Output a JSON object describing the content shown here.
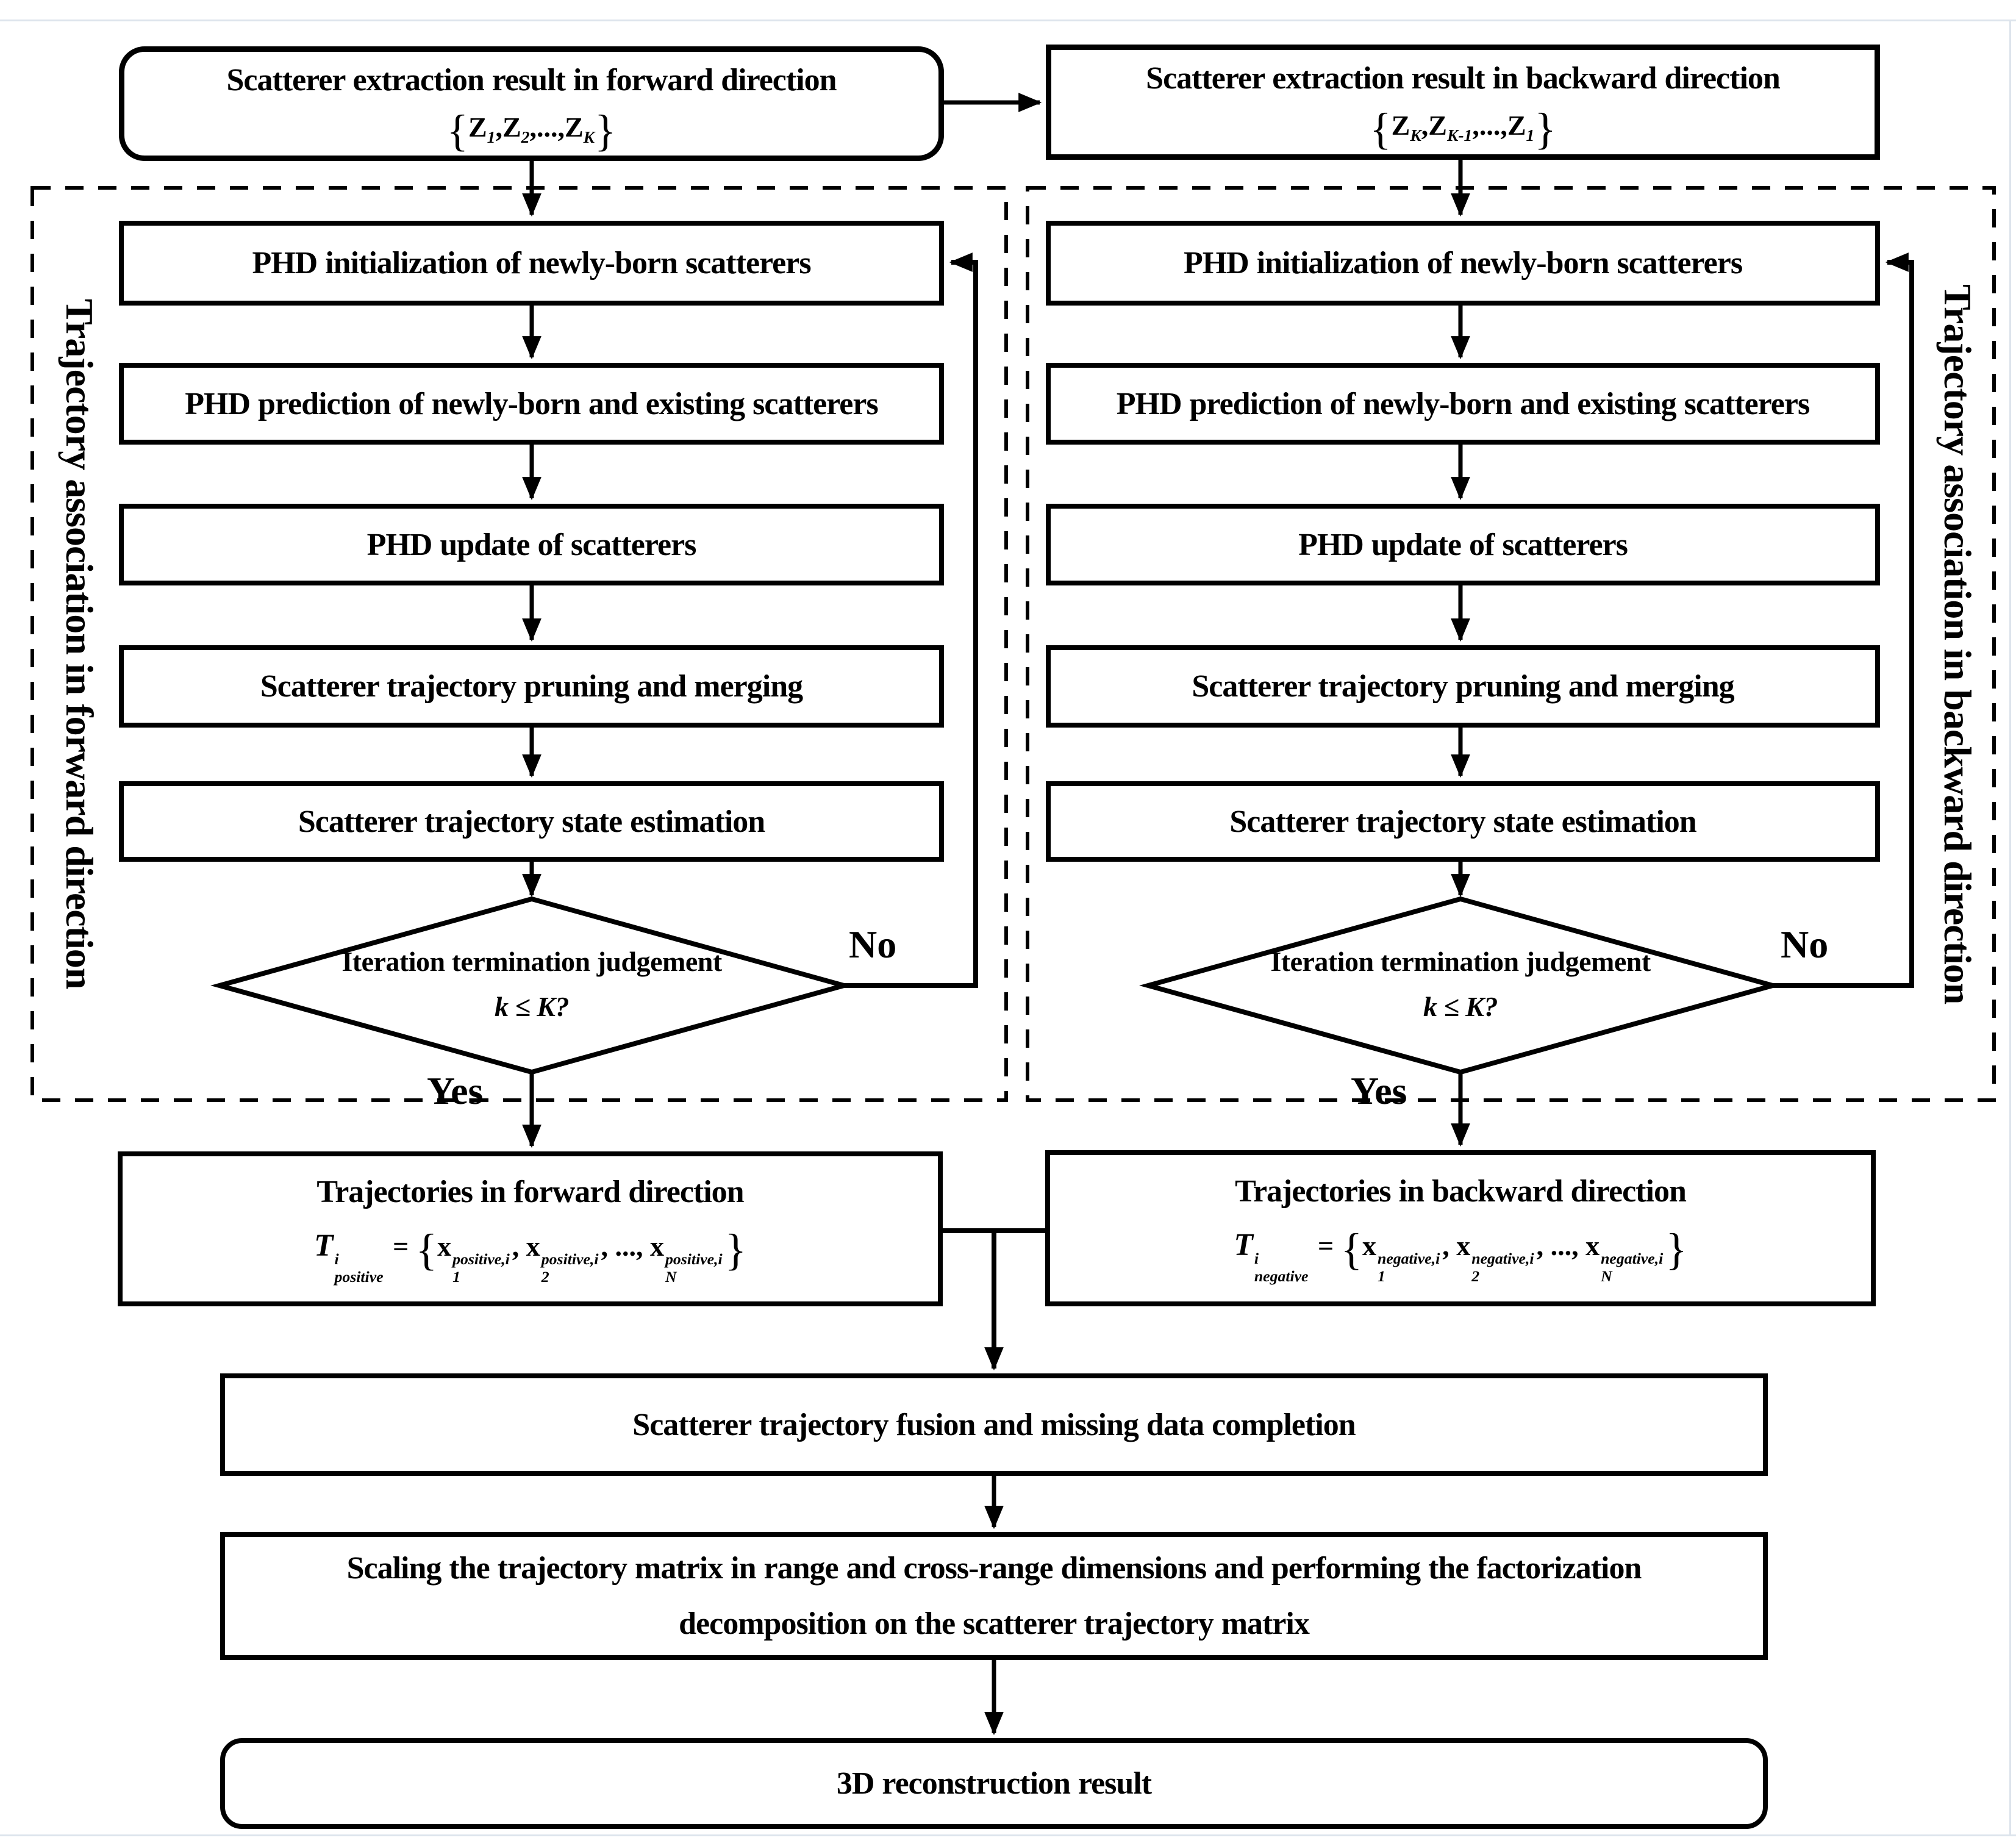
{
  "colors": {
    "ink": "#000000",
    "background": "#ffffff",
    "page_edge_line": "#dde4ec"
  },
  "top": {
    "forward_extract": {
      "title": "Scatterer extraction result in forward direction",
      "formula": [
        {
          "t": "{",
          "brace": true
        },
        {
          "t": "Z",
          "sub": "1"
        },
        {
          "t": ",Z",
          "sub": "2"
        },
        {
          "t": ",...,Z",
          "sub": "K"
        },
        {
          "t": "}",
          "brace": true
        }
      ]
    },
    "backward_extract": {
      "title": "Scatterer extraction result in backward direction",
      "formula": [
        {
          "t": "{",
          "brace": true
        },
        {
          "t": "Z",
          "sub": "K"
        },
        {
          "t": ",Z",
          "sub": "K-1"
        },
        {
          "t": ",...,Z",
          "sub": "1"
        },
        {
          "t": "}",
          "brace": true
        }
      ]
    }
  },
  "containers": {
    "forward": {
      "label": "Trajectory association in forward direction"
    },
    "backward": {
      "label": "Trajectory association in backward direction"
    }
  },
  "steps": {
    "init": "PHD initialization of newly-born scatterers",
    "predict": "PHD prediction of newly-born and existing scatterers",
    "update": "PHD update of scatterers",
    "prune": "Scatterer trajectory pruning and merging",
    "estimate": "Scatterer trajectory state estimation"
  },
  "decision": {
    "line1": "Iteration termination judgement",
    "condition": "k ≤ K?",
    "yes": "Yes",
    "no": "No"
  },
  "results": {
    "forward": {
      "title": "Trajectories in forward direction",
      "formula": [
        {
          "t": "T",
          "script": true,
          "sup": "i",
          "sub": "positive"
        },
        {
          "t": " = "
        },
        {
          "t": "{",
          "brace": true
        },
        {
          "t": "x",
          "sup": "positive,i",
          "sub": "1"
        },
        {
          "t": ", x",
          "sup": "positive,i",
          "sub": "2"
        },
        {
          "t": ", ..., x",
          "sup": "positive,i",
          "sub": "N"
        },
        {
          "t": "}",
          "brace": true
        }
      ]
    },
    "backward": {
      "title": "Trajectories in backward direction",
      "formula": [
        {
          "t": "T",
          "script": true,
          "sup": "i",
          "sub": "negative"
        },
        {
          "t": " = "
        },
        {
          "t": "{",
          "brace": true
        },
        {
          "t": "x",
          "sup": "negative,i",
          "sub": "1"
        },
        {
          "t": ", x",
          "sup": "negative,i",
          "sub": "2"
        },
        {
          "t": ", ..., x",
          "sup": "negative,i",
          "sub": "N"
        },
        {
          "t": "}",
          "brace": true
        }
      ]
    }
  },
  "bottom": {
    "fusion": "Scatterer trajectory fusion and missing data completion",
    "scaling_line1": "Scaling the trajectory matrix in range and cross-range dimensions and performing the factorization",
    "scaling_line2": "decomposition on the scatterer trajectory matrix",
    "result": "3D reconstruction result"
  }
}
